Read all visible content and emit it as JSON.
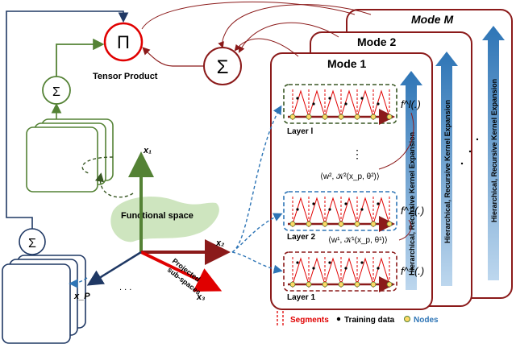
{
  "product": {
    "symbol": "Π",
    "label": "Tensor Product"
  },
  "sum_symbol": "Σ",
  "modes": {
    "mode_m": {
      "label": "Mode M"
    },
    "mode_2": {
      "label": "Mode 2"
    },
    "mode_1": {
      "label": "Mode 1"
    }
  },
  "expansion_label": "Hierarchical, Recursive Kernel Expansion",
  "layers": {
    "top": {
      "label": "Layer l",
      "func": "f^l(.)"
    },
    "mid": {
      "label": "Layer 2",
      "func": "f^2(.)"
    },
    "bot": {
      "label": "Layer 1",
      "func": "f^1(.)"
    }
  },
  "inner_products": {
    "l": "⟨w², 𝒦²(x_p, θ²)⟩",
    "one": "⟨w¹, 𝒦¹(x_p, θ¹)⟩"
  },
  "vertical_dots": "⋮",
  "axes": {
    "x1": "x₁",
    "x2": "x₂",
    "x3": "x₃",
    "xp": "x_P",
    "functional_space": "Functional space",
    "projected": [
      "Projected",
      "sub-spaces"
    ],
    "dots": ". . ."
  },
  "legend": {
    "segments": "Segments",
    "training": "Training data",
    "nodes": "Nodes"
  },
  "colors": {
    "red": "#c00000",
    "maroon": "#8b1a1a",
    "green": "#548235",
    "blue": "#2e75b6",
    "navy": "#1f3864",
    "node": "#ffd966"
  }
}
